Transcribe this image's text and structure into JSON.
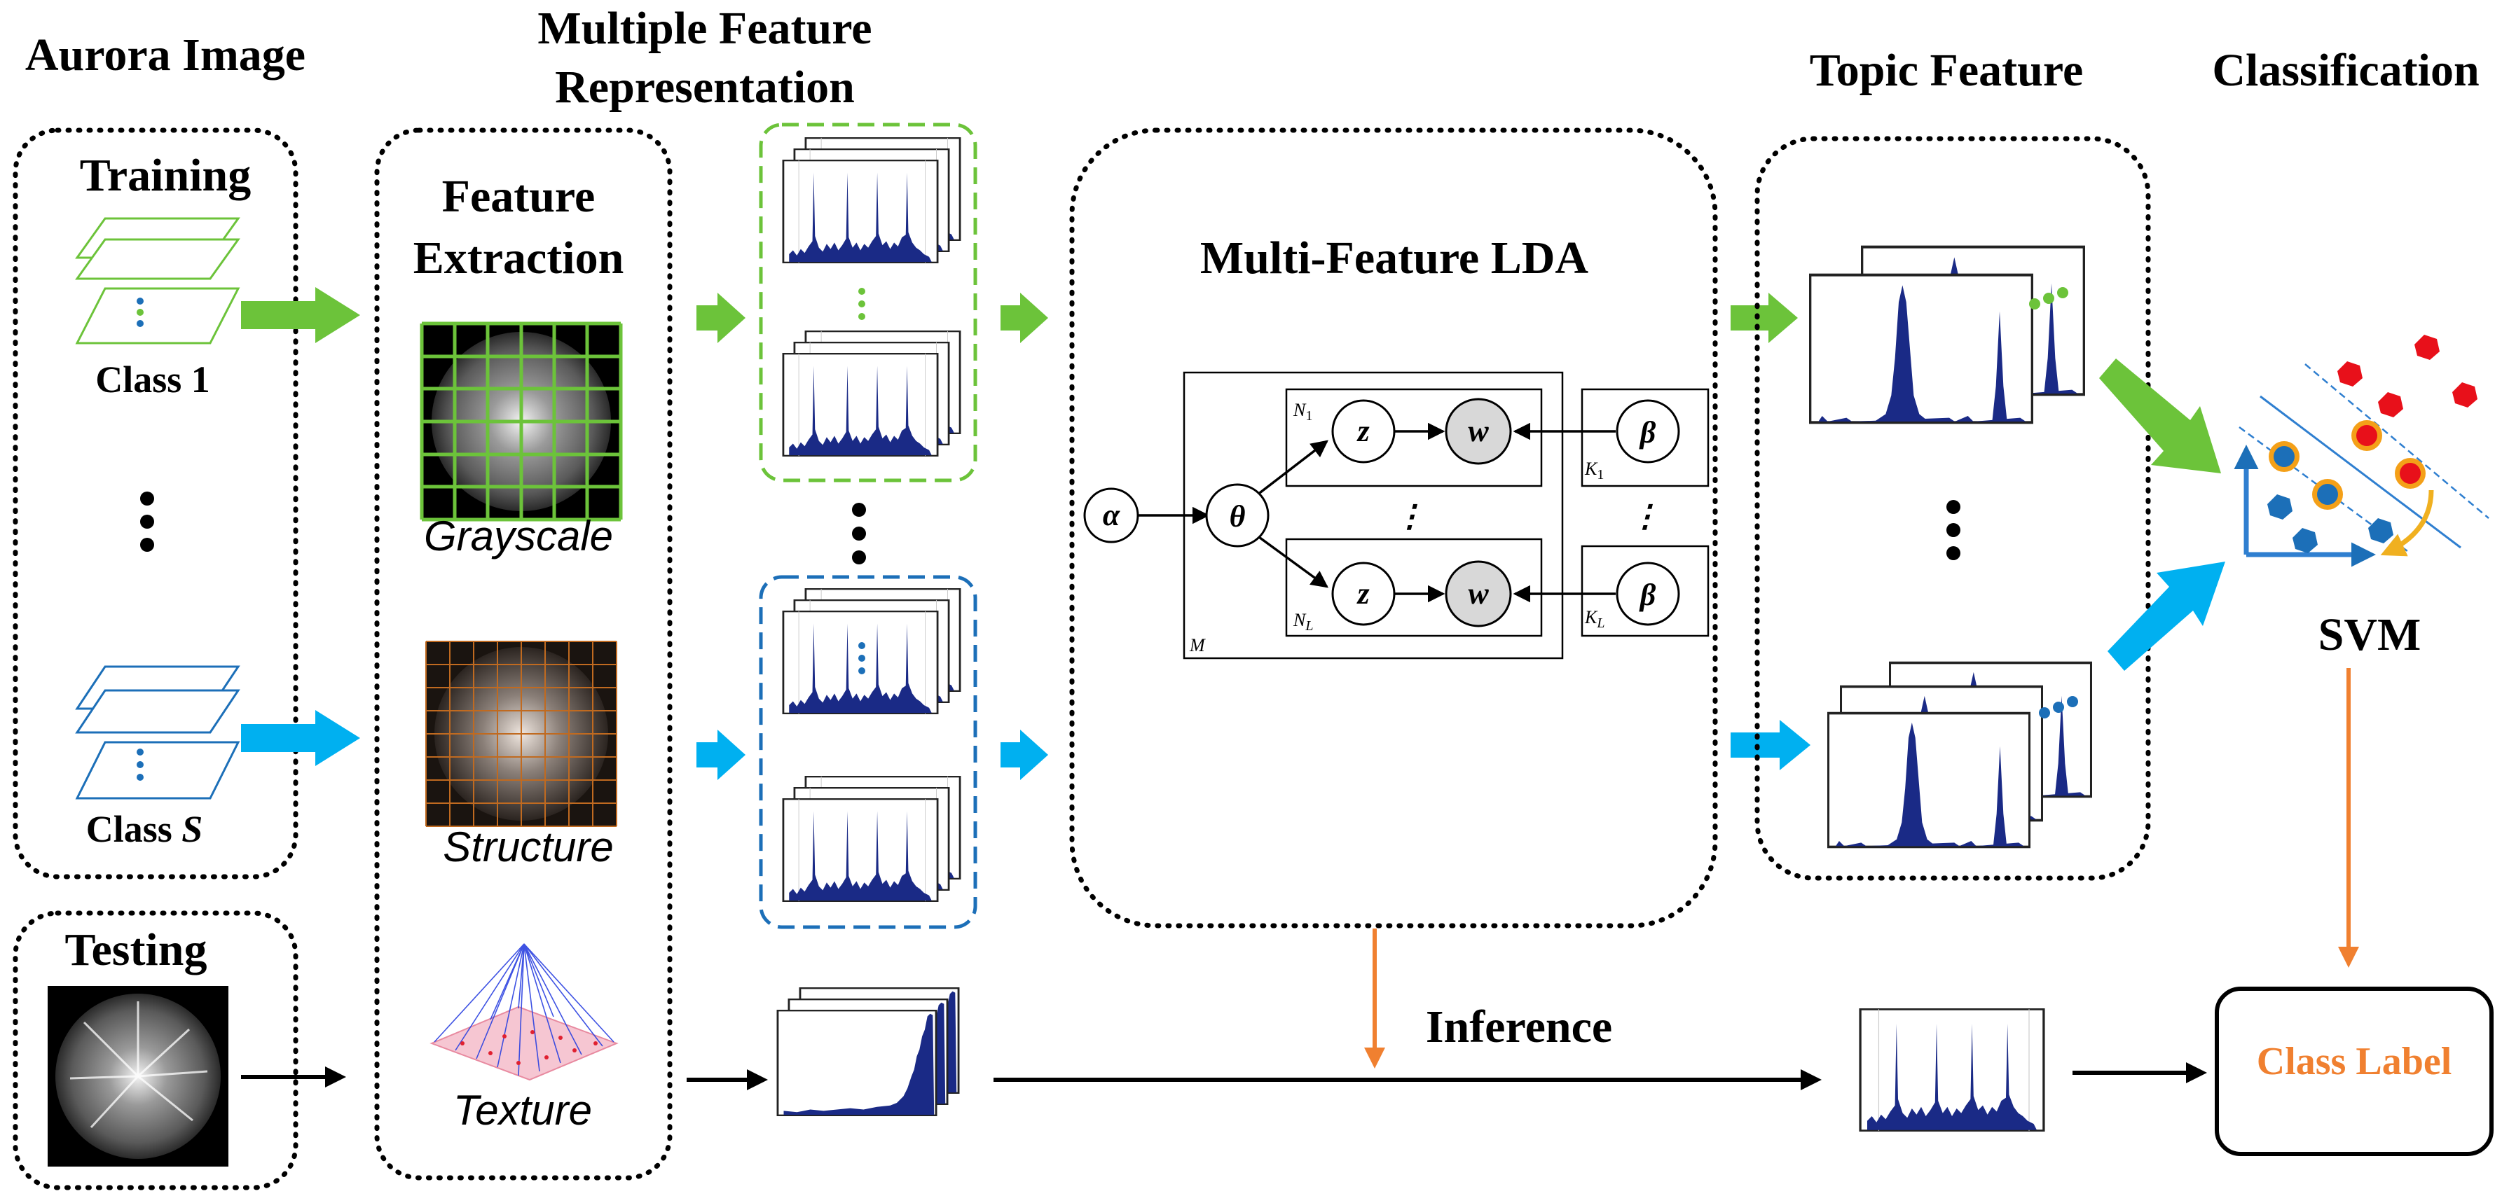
{
  "headers": {
    "aurora_image": "Aurora Image",
    "multi_feature_line1": "Multiple Feature",
    "multi_feature_line2": "Representation",
    "topic_feature": "Topic Feature",
    "classification": "Classification"
  },
  "training": {
    "title": "Training",
    "class1": "Class 1",
    "classS_prefix": "Class ",
    "classS_var": "S"
  },
  "testing": {
    "title": "Testing"
  },
  "extraction": {
    "title_line1": "Feature",
    "title_line2": "Extraction",
    "features": [
      "Grayscale",
      "Structure",
      "Texture"
    ]
  },
  "lda": {
    "title": "Multi-Feature LDA",
    "alpha": "α",
    "theta": "θ",
    "z": "z",
    "w": "w",
    "beta": "β",
    "N": "N",
    "K": "K",
    "sub1": "1",
    "subL": "L",
    "M": "M",
    "vdots": "⋮"
  },
  "svm_label": "SVM",
  "inference_label": "Inference",
  "class_label": "Class Label",
  "colors": {
    "green": "#6cc33a",
    "blue": "#00b0f0",
    "orange": "#f08030",
    "dark_blue": "#1a2a86",
    "red": "#e8101a",
    "gold": "#f0b020"
  }
}
